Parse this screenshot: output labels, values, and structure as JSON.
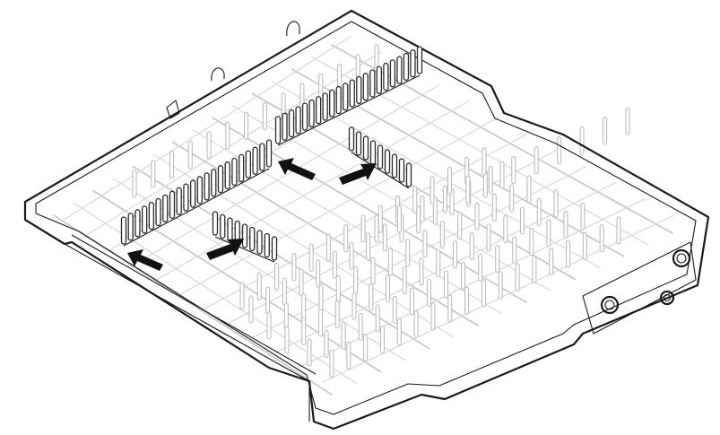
{
  "figure": {
    "subject": "dishwasher-rack-folding-tines",
    "arrow_count": 4,
    "tine_rows_highlighted": 4,
    "colors": {
      "outline": "#1a1a1a",
      "wire_light": "#c4c4c4",
      "arrow": "#111111",
      "background": "#ffffff"
    }
  }
}
